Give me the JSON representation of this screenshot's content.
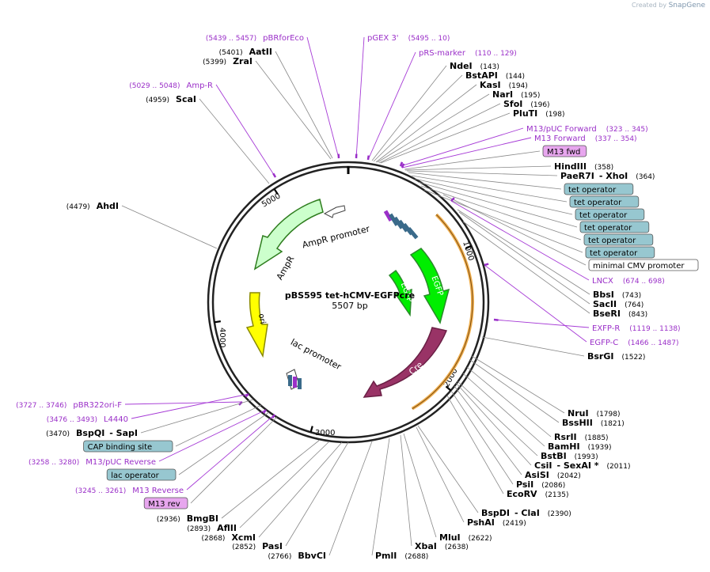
{
  "credit": {
    "created_by": "Created by",
    "brand": "SnapGene"
  },
  "plasmid": {
    "name": "pBS595 tet-hCMV-EGFPcre",
    "length": "5507 bp",
    "total_bp": 5507
  },
  "ticks": [
    "1000",
    "2000",
    "3000",
    "4000",
    "5000"
  ],
  "features": [
    {
      "name": "AmpR",
      "color": "#ccffcc",
      "edge": "#2e7d1e"
    },
    {
      "name": "AmpR promoter",
      "color": "#ffffff",
      "edge": "#444444"
    },
    {
      "name": "ori",
      "color": "#ffff00",
      "edge": "#8a8a00"
    },
    {
      "name": "lac promoter",
      "color": "#ffffff",
      "edge": "#444444"
    },
    {
      "name": "EGFP",
      "color": "#00ee00",
      "edge": "#2a8a2a"
    },
    {
      "name": "EGFP",
      "color": "#00ee00",
      "edge": "#2a8a2a"
    },
    {
      "name": "Cre",
      "color": "#993366",
      "edge": "#6a1f45"
    }
  ],
  "labels": [
    {
      "kind": "primer",
      "name": "pBRforEco",
      "pos": "(5439 .. 5457)"
    },
    {
      "kind": "primer",
      "name": "pGEX 3'",
      "pos": "(5495 .. 10)"
    },
    {
      "kind": "primer",
      "name": "pRS-marker",
      "pos": "(110 .. 129)"
    },
    {
      "kind": "enzyme",
      "name": "AatII",
      "pos": "(5401)"
    },
    {
      "kind": "enzyme",
      "name": "ZraI",
      "pos": "(5399)"
    },
    {
      "kind": "primer",
      "name": "Amp-R",
      "pos": "(5029 .. 5048)"
    },
    {
      "kind": "enzyme",
      "name": "ScaI",
      "pos": "(4959)"
    },
    {
      "kind": "enzyme",
      "name": "AhdI",
      "pos": "(4479)"
    },
    {
      "kind": "enzyme",
      "name": "NdeI",
      "pos": "(143)"
    },
    {
      "kind": "enzyme",
      "name": "BstAPI",
      "pos": "(144)"
    },
    {
      "kind": "enzyme",
      "name": "KasI",
      "pos": "(194)"
    },
    {
      "kind": "enzyme",
      "name": "NarI",
      "pos": "(195)"
    },
    {
      "kind": "enzyme",
      "name": "SfoI",
      "pos": "(196)"
    },
    {
      "kind": "enzyme",
      "name": "PluTI",
      "pos": "(198)"
    },
    {
      "kind": "primer",
      "name": "M13/pUC Forward",
      "pos": "(323 .. 345)"
    },
    {
      "kind": "primer",
      "name": "M13 Forward",
      "pos": "(337 .. 354)"
    },
    {
      "kind": "box-purple",
      "name": "M13 fwd"
    },
    {
      "kind": "enzyme",
      "name": "HindIII",
      "pos": "(358)"
    },
    {
      "kind": "enzyme2",
      "name": "PaeR7I",
      "name2": "- XhoI",
      "pos": "(364)"
    },
    {
      "kind": "box-teal",
      "name": "tet operator"
    },
    {
      "kind": "box-teal",
      "name": "tet operator"
    },
    {
      "kind": "box-teal",
      "name": "tet operator"
    },
    {
      "kind": "box-teal",
      "name": "tet operator"
    },
    {
      "kind": "box-teal",
      "name": "tet operator"
    },
    {
      "kind": "box-teal",
      "name": "tet operator"
    },
    {
      "kind": "box-white",
      "name": "minimal CMV promoter"
    },
    {
      "kind": "primer",
      "name": "LNCX",
      "pos": "(674 .. 698)"
    },
    {
      "kind": "enzyme",
      "name": "BbsI",
      "pos": "(743)"
    },
    {
      "kind": "enzyme",
      "name": "SacII",
      "pos": "(764)"
    },
    {
      "kind": "enzyme",
      "name": "BseRI",
      "pos": "(843)"
    },
    {
      "kind": "primer",
      "name": "EXFP-R",
      "pos": "(1119 .. 1138)"
    },
    {
      "kind": "primer",
      "name": "EGFP-C",
      "pos": "(1466 .. 1487)"
    },
    {
      "kind": "enzyme",
      "name": "BsrGI",
      "pos": "(1522)"
    },
    {
      "kind": "enzyme",
      "name": "NruI",
      "pos": "(1798)"
    },
    {
      "kind": "enzyme",
      "name": "BssHII",
      "pos": "(1821)"
    },
    {
      "kind": "enzyme",
      "name": "RsrII",
      "pos": "(1885)"
    },
    {
      "kind": "enzyme",
      "name": "BamHI",
      "pos": "(1939)"
    },
    {
      "kind": "enzyme",
      "name": "BstBI",
      "pos": "(1993)"
    },
    {
      "kind": "enzyme2",
      "name": "CsiI",
      "name2": "- SexAI *",
      "pos": "(2011)"
    },
    {
      "kind": "enzyme",
      "name": "AsiSI",
      "pos": "(2042)"
    },
    {
      "kind": "enzyme",
      "name": "PsiI",
      "pos": "(2086)"
    },
    {
      "kind": "enzyme",
      "name": "EcoRV",
      "pos": "(2135)"
    },
    {
      "kind": "enzyme2",
      "name": "BspDI",
      "name2": "- ClaI",
      "pos": "(2390)"
    },
    {
      "kind": "enzyme",
      "name": "PshAI",
      "pos": "(2419)"
    },
    {
      "kind": "enzyme",
      "name": "MluI",
      "pos": "(2622)"
    },
    {
      "kind": "enzyme",
      "name": "XbaI",
      "pos": "(2638)"
    },
    {
      "kind": "enzyme",
      "name": "PmlI",
      "pos": "(2688)"
    },
    {
      "kind": "enzyme",
      "name": "BbvCI",
      "pos": "(2766)"
    },
    {
      "kind": "enzyme",
      "name": "PasI",
      "pos": "(2852)"
    },
    {
      "kind": "enzyme",
      "name": "XcmI",
      "pos": "(2868)"
    },
    {
      "kind": "enzyme",
      "name": "AflII",
      "pos": "(2893)"
    },
    {
      "kind": "enzyme",
      "name": "BmgBI",
      "pos": "(2936)"
    },
    {
      "kind": "primer",
      "name": "pBR322ori-F",
      "pos": "(3727 .. 3746)"
    },
    {
      "kind": "primer",
      "name": "L4440",
      "pos": "(3476 .. 3493)"
    },
    {
      "kind": "enzyme2",
      "name": "BspQI",
      "name2": "- SapI",
      "pos": "(3470)"
    },
    {
      "kind": "box-teal",
      "name": "CAP binding site"
    },
    {
      "kind": "primer",
      "name": "M13/pUC Reverse",
      "pos": "(3258 .. 3280)"
    },
    {
      "kind": "box-teal",
      "name": "lac operator"
    },
    {
      "kind": "primer",
      "name": "M13 Reverse",
      "pos": "(3245 .. 3261)"
    },
    {
      "kind": "box-purple",
      "name": "M13 rev"
    }
  ]
}
